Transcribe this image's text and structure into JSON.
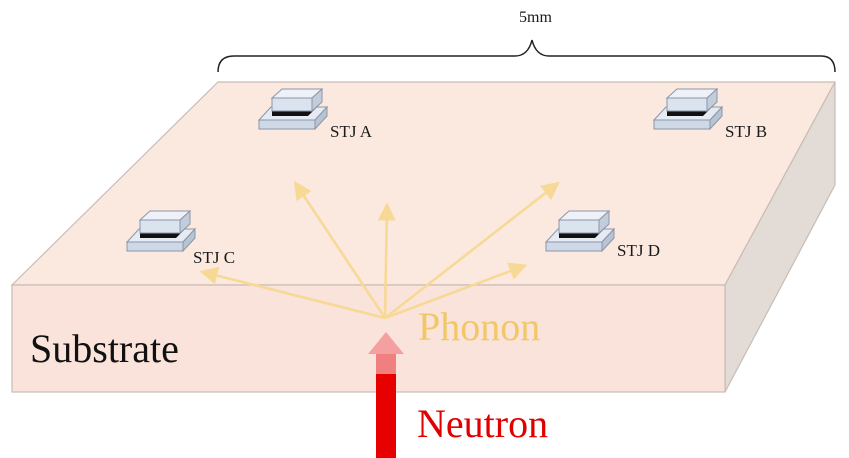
{
  "dimension": {
    "label": "5mm"
  },
  "substrate": {
    "label": "Substrate"
  },
  "phonon": {
    "label": "Phonon"
  },
  "neutron": {
    "label": "Neutron"
  },
  "detectors": [
    {
      "id": "a",
      "label": "STJ A"
    },
    {
      "id": "b",
      "label": "STJ B"
    },
    {
      "id": "c",
      "label": "STJ C"
    },
    {
      "id": "d",
      "label": "STJ D"
    }
  ],
  "colors": {
    "substrate_top": "#fbe9e0",
    "substrate_front": "#fae3da",
    "substrate_side": "#e3dbd6",
    "phonon": "#f7d996",
    "phonon_text": "#f2c766",
    "neutron": "#e60000",
    "neutron_head": "#f4a0a0",
    "detector_body": "#dbe3ef"
  }
}
